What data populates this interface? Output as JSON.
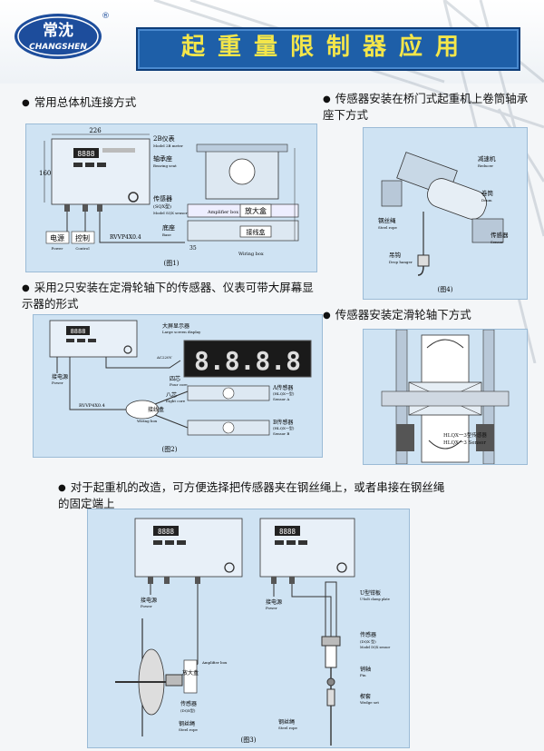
{
  "logo": {
    "brand_cn": "常沈",
    "brand_en": "CHANGSHEN",
    "registered": "®"
  },
  "title": "起重量限制器应用",
  "sections": {
    "s1": "常用总体机连接方式",
    "s2": "传感器安装在桥门式起重机上卷筒轴承座下方式",
    "s3": "采用2只安装在定滑轮轴下的传感器、仪表可带大屏幕显示器的形式",
    "s4": "传感器安装定滑轮轴下方式",
    "s5": "对于起重机的改造，可方便选择把传感器夹在钢丝绳上，或者串接在钢丝绳的固定端上"
  },
  "fig1": {
    "caption": "(图1)",
    "dim_width": "226",
    "dim_height": "160",
    "instrument": "2B仪表",
    "instrument_en": "Model 2B meter",
    "bearing": "轴承座",
    "bearing_en": "Bearing seat",
    "sensor": "传感器",
    "sensor_model": "(SQX型)",
    "sensor_en": "Model SQX sensor",
    "base": "底座",
    "base_en": "Base",
    "amp_cn": "放大盒",
    "amp_en": "Amplifier box",
    "wiring_cn": "接线盒",
    "wiring_en": "Wiring box",
    "power": "电源",
    "power_en": "Power",
    "control": "控制",
    "control_en": "Control",
    "cable": "RVVP4X0.4",
    "dim_35": "35",
    "display": "8888"
  },
  "fig2": {
    "caption": "(图2)",
    "big_display": "大屏显示器",
    "big_display_en": "Large screen display",
    "digits": "8.8.8.8",
    "power": "接电源",
    "power_en": "Power",
    "cable": "RVVP4X0.4",
    "four_core": "四芯",
    "four_core_en": "Four core",
    "eight_core": "八芯",
    "eight_core_en": "Eight core",
    "wiring": "接线盒",
    "wiring_en": "Wiring box",
    "sensor_a": "A传感器",
    "sensor_a_model": "(HLQX一型)",
    "sensor_a_en": "Sensor A",
    "sensor_b": "B传感器",
    "sensor_b_model": "(HLQX一型)",
    "sensor_b_en": "Sensor B",
    "ac": "AC220V",
    "display": "8888"
  },
  "fig3": {
    "caption": "(图3)",
    "power1": "接电源",
    "power1_en": "Power",
    "power2": "接电源",
    "power2_en": "Power",
    "amp": "放大盒",
    "amp_en": "Amplifier box",
    "sensor_left": "传感器",
    "sensor_left_model": "(DQX型)",
    "rope_left": "钢丝绳",
    "rope_left_en": "Steel rope",
    "u_bolt": "U型钳板",
    "u_bolt_en": "U-bolt clamp plate",
    "sensor_right": "传感器",
    "sensor_right_model": "(DQX 型)",
    "sensor_right_en": "Model DQX sensor",
    "pin": "销轴",
    "pin_en": "Pin",
    "wedge": "楔套",
    "wedge_en": "Wedge set",
    "rope_right": "钢丝绳",
    "rope_right_en": "Steel rope",
    "display": "8888"
  },
  "fig4": {
    "caption": "(图4)",
    "reducer": "减速机",
    "reducer_en": "Reducer",
    "drum": "卷筒",
    "drum_en": "Drum",
    "rope": "钢丝绳",
    "rope_en": "Steel rope",
    "sensor": "传感器",
    "sensor_en": "Sensor",
    "hook": "吊钩",
    "hook_en": "Drop hanger"
  },
  "fig5": {
    "sensor_cn": "HLQX一3型传感器",
    "sensor_en": "HLQX一3 Sensor"
  }
}
